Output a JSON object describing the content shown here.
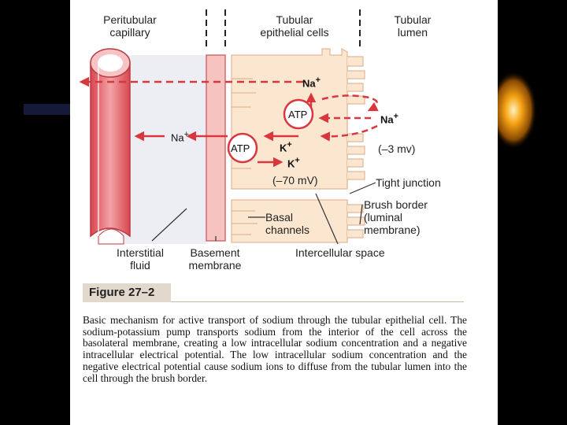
{
  "labels": {
    "peritubular": "Peritubular\ncapillary",
    "epithelial": "Tubular\nepithelial cells",
    "lumen": "Tubular\nlumen",
    "na_top": "Na",
    "na_right": "Na",
    "na_left": "Na",
    "plus": "+",
    "atp_top": "ATP",
    "atp_low": "ATP",
    "k_1": "K",
    "k_2": "K",
    "mv_lumen": "(–3 mv)",
    "mv_cell": "(–70 mV)",
    "tight_junction": "Tight junction",
    "brush_border": "Brush border\n(luminal\nmembrane)",
    "basal_channels": "Basal\nchannels",
    "interstitial": "Interstitial\nfluid",
    "basement": "Basement\nmembrane",
    "intercellular": "Intercellular space"
  },
  "figure": {
    "title": "Figure 27–2",
    "caption": "Basic mechanism for active transport of sodium through the tubular epithelial cell. The sodium-potassium pump transports sodium from the interior of the cell across the basolateral membrane, creating a low intracellular sodium concentration and a negative intracellular electrical potential. The low intracellular sodium concentration and the negative electrical potential cause sodium ions to diffuse from the tubular lumen into the cell through the brush border."
  },
  "colors": {
    "capillary": "#e0565f",
    "capillary_light": "#f6b8b8",
    "cell": "#fbe6d0",
    "arrow": "#d9363e",
    "glow": "#f3a011"
  }
}
